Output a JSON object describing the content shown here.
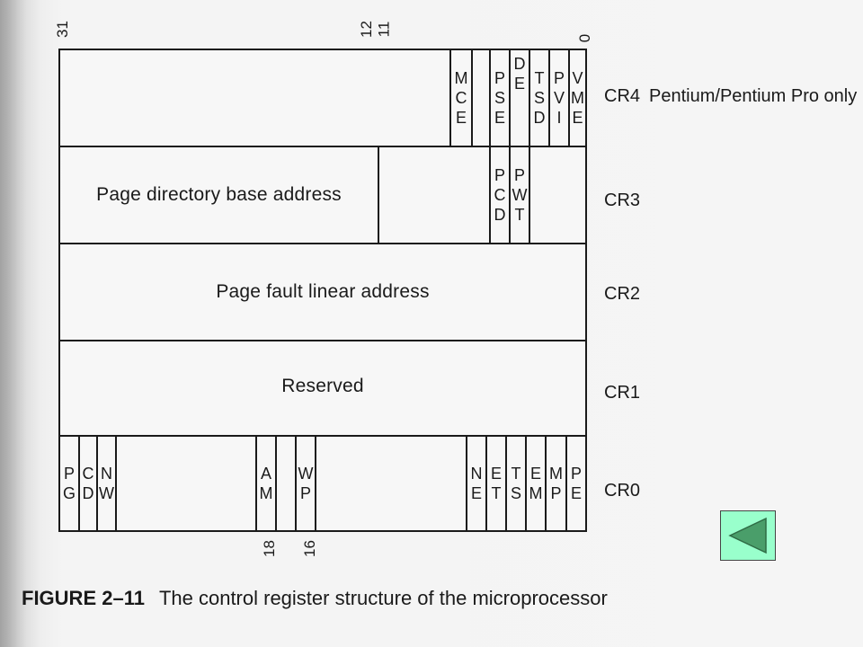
{
  "bit_numbers": {
    "b31": "31",
    "b12": "12",
    "b11": "11",
    "b0": "0",
    "b18": "18",
    "b16": "16"
  },
  "registers": {
    "cr4": {
      "name": "CR4",
      "note": "Pentium/Pentium Pro only",
      "flags": {
        "mce": "M\nC\nE",
        "pse": "P\nS\nE",
        "de": "D\nE",
        "tsd": "T\nS\nD",
        "pvi": "P\nV\nI",
        "vme": "V\nM\nE"
      }
    },
    "cr3": {
      "name": "CR3",
      "field": "Page directory base address",
      "flags": {
        "pcd": "P\nC\nD",
        "pwt": "P\nW\nT"
      }
    },
    "cr2": {
      "name": "CR2",
      "field": "Page fault linear address"
    },
    "cr1": {
      "name": "CR1",
      "field": "Reserved"
    },
    "cr0": {
      "name": "CR0",
      "flags": {
        "pg": "P\nG",
        "cd": "C\nD",
        "nw": "N\nW",
        "am": "A\nM",
        "wp": "W\nP",
        "ne": "N\nE",
        "et": "E\nT",
        "ts": "T\nS",
        "em": "E\nM",
        "mp": "M\nP",
        "pe": "P\nE"
      }
    }
  },
  "caption": {
    "figure": "FIGURE 2–11",
    "text": "The control register structure of the microprocessor"
  },
  "colors": {
    "back_button_fill": "#99ffcc",
    "back_button_arrow": "#4a9e6a"
  },
  "icons": {
    "back": "triangle-left-icon"
  }
}
